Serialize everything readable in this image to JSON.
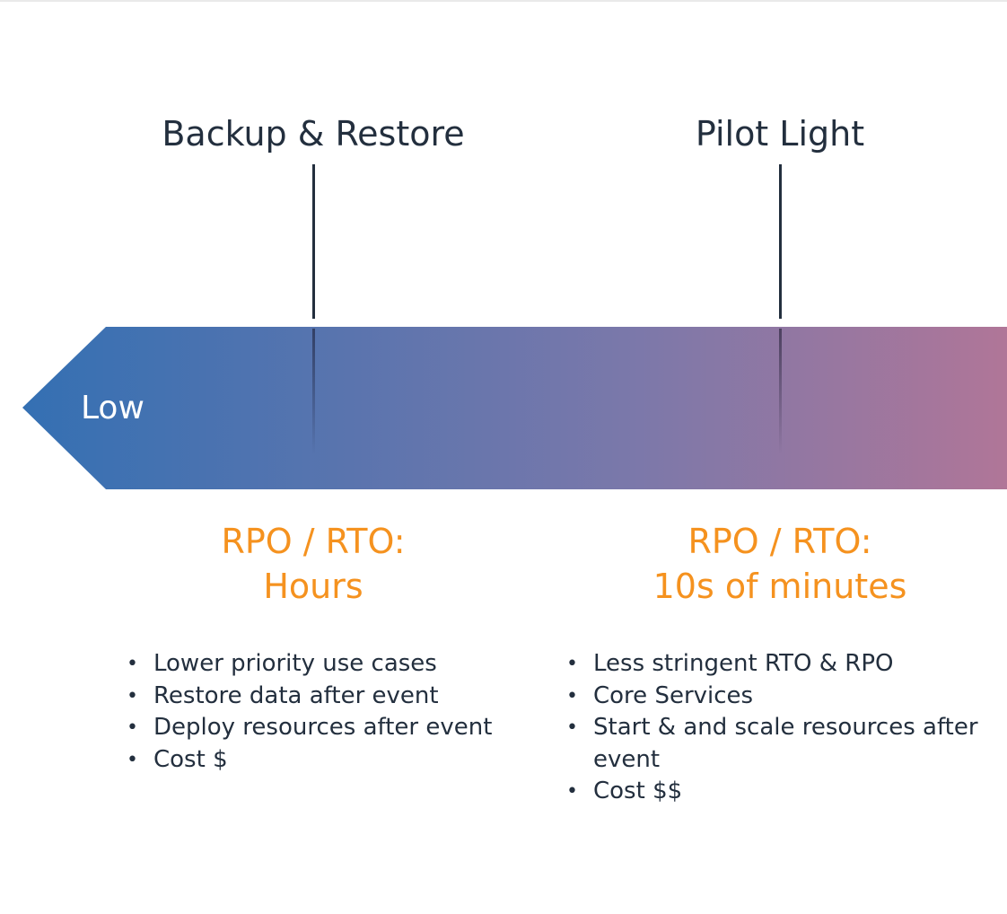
{
  "arrow": {
    "label": "Low",
    "gradient_start": "#3470b3",
    "gradient_mid": "#7b78aa",
    "gradient_end": "#b07698"
  },
  "strategies": [
    {
      "title": "Backup & Restore",
      "rpo_line1": "RPO / RTO:",
      "rpo_line2": "Hours",
      "bullets": [
        "Lower priority use cases",
        "Restore data after event",
        "Deploy resources after event",
        "Cost $"
      ]
    },
    {
      "title": "Pilot Light",
      "rpo_line1": "RPO / RTO:",
      "rpo_line2": "10s of minutes",
      "bullets": [
        "Less stringent RTO & RPO",
        "Core Services",
        "Start & and scale resources after",
        "event",
        "Cost $$"
      ]
    }
  ],
  "colors": {
    "title_text": "#232f3e",
    "rpo_text": "#f5921f"
  }
}
